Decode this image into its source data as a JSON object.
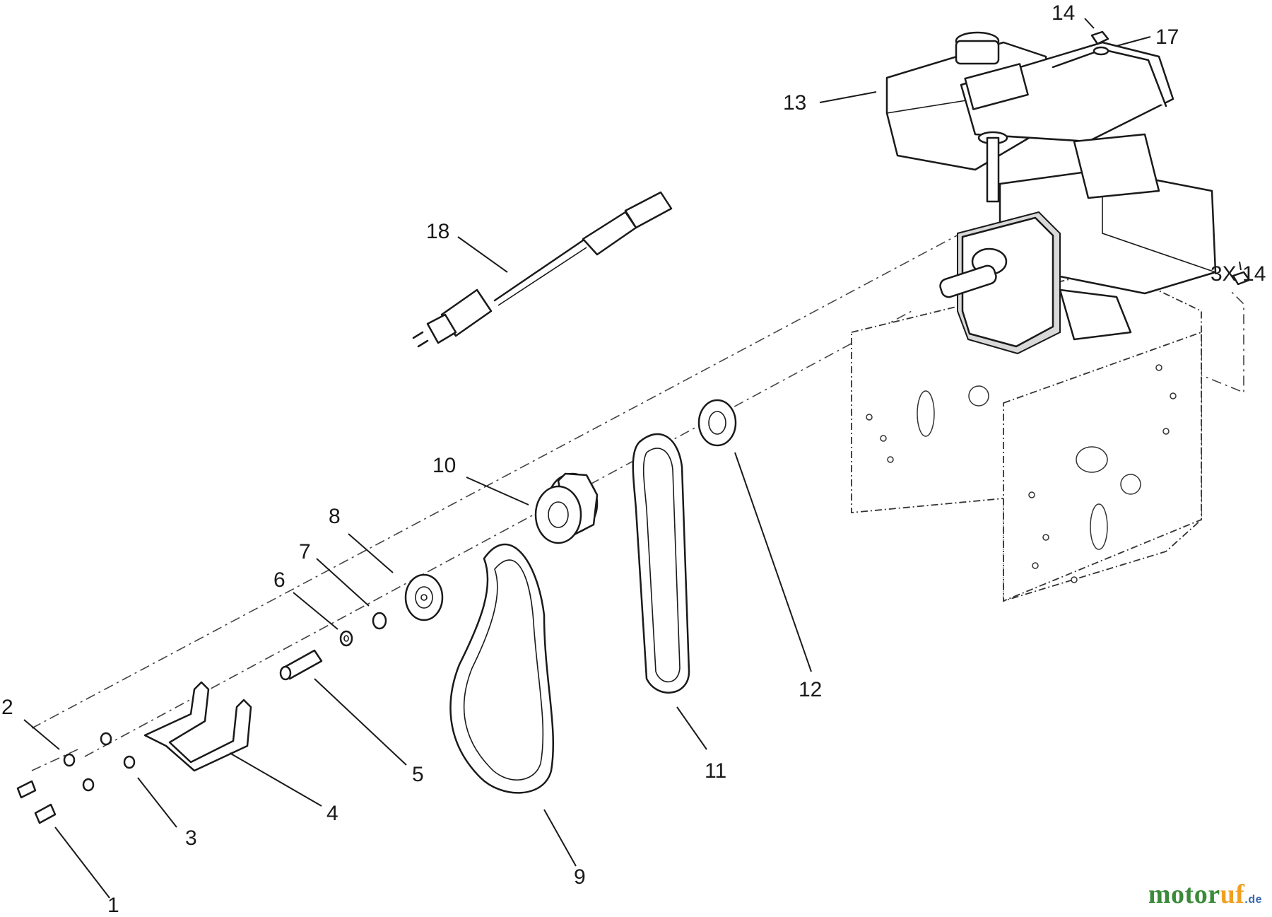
{
  "callouts": [
    {
      "id": "c1",
      "label": "1"
    },
    {
      "id": "c2",
      "label": "2"
    },
    {
      "id": "c3",
      "label": "3"
    },
    {
      "id": "c4",
      "label": "4"
    },
    {
      "id": "c5",
      "label": "5"
    },
    {
      "id": "c6",
      "label": "6"
    },
    {
      "id": "c7",
      "label": "7"
    },
    {
      "id": "c8",
      "label": "8"
    },
    {
      "id": "c9",
      "label": "9"
    },
    {
      "id": "c10",
      "label": "10"
    },
    {
      "id": "c11",
      "label": "11"
    },
    {
      "id": "c12",
      "label": "12"
    },
    {
      "id": "c13",
      "label": "13"
    },
    {
      "id": "c14",
      "label": "14"
    },
    {
      "id": "c17",
      "label": "17"
    },
    {
      "id": "c18",
      "label": "18"
    },
    {
      "id": "c3x14",
      "label": "3X 14"
    }
  ],
  "watermark": {
    "main": "motor",
    "accent": "uf",
    "tld": ".de"
  }
}
